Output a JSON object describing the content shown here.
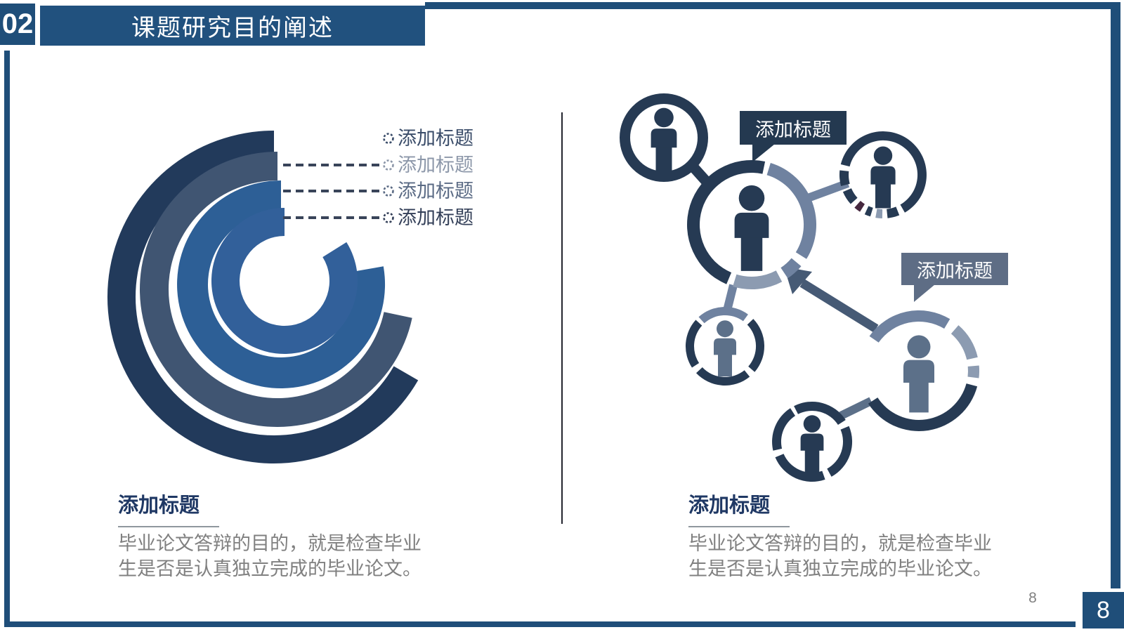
{
  "slide": {
    "section_number": "02",
    "title": "课题研究目的阐述",
    "page_number": "8",
    "page_badge": "8"
  },
  "left_panel": {
    "diagram_labels": [
      "添加标题",
      "添加标题",
      "添加标题",
      "添加标题"
    ],
    "heading": "添加标题",
    "body": "毕业论文答辩的目的，就是检查毕业生是否是认真独立完成的毕业论文。"
  },
  "right_panel": {
    "callouts": [
      "添加标题",
      "添加标题"
    ],
    "heading": "添加标题",
    "body": "毕业论文答辩的目的，就是检查毕业生是否是认真独立完成的毕业论文。"
  },
  "colors": {
    "frame_blue": "#1F4E79",
    "titlebar_blue": "#21517E",
    "divider": "#23242E",
    "heading_navy": "#1F3864",
    "body_gray": "#808080",
    "dark_navy": "#263A53",
    "slate": "#6F82A0",
    "light_slate": "#8C9BB1",
    "slate_person": "#5C7089",
    "arrow": "#465A75",
    "accent_purple": "#46283F",
    "callout1_bg": "#243950",
    "callout2_bg": "#5E6D85",
    "ring_colors": [
      "#223A5B",
      "#405572",
      "#2D5F96",
      "#32609A"
    ],
    "label_colors": [
      "#3A4C69",
      "#8C97A9",
      "#5A6A84",
      "#333F58"
    ],
    "leader_dash": "#394459"
  }
}
